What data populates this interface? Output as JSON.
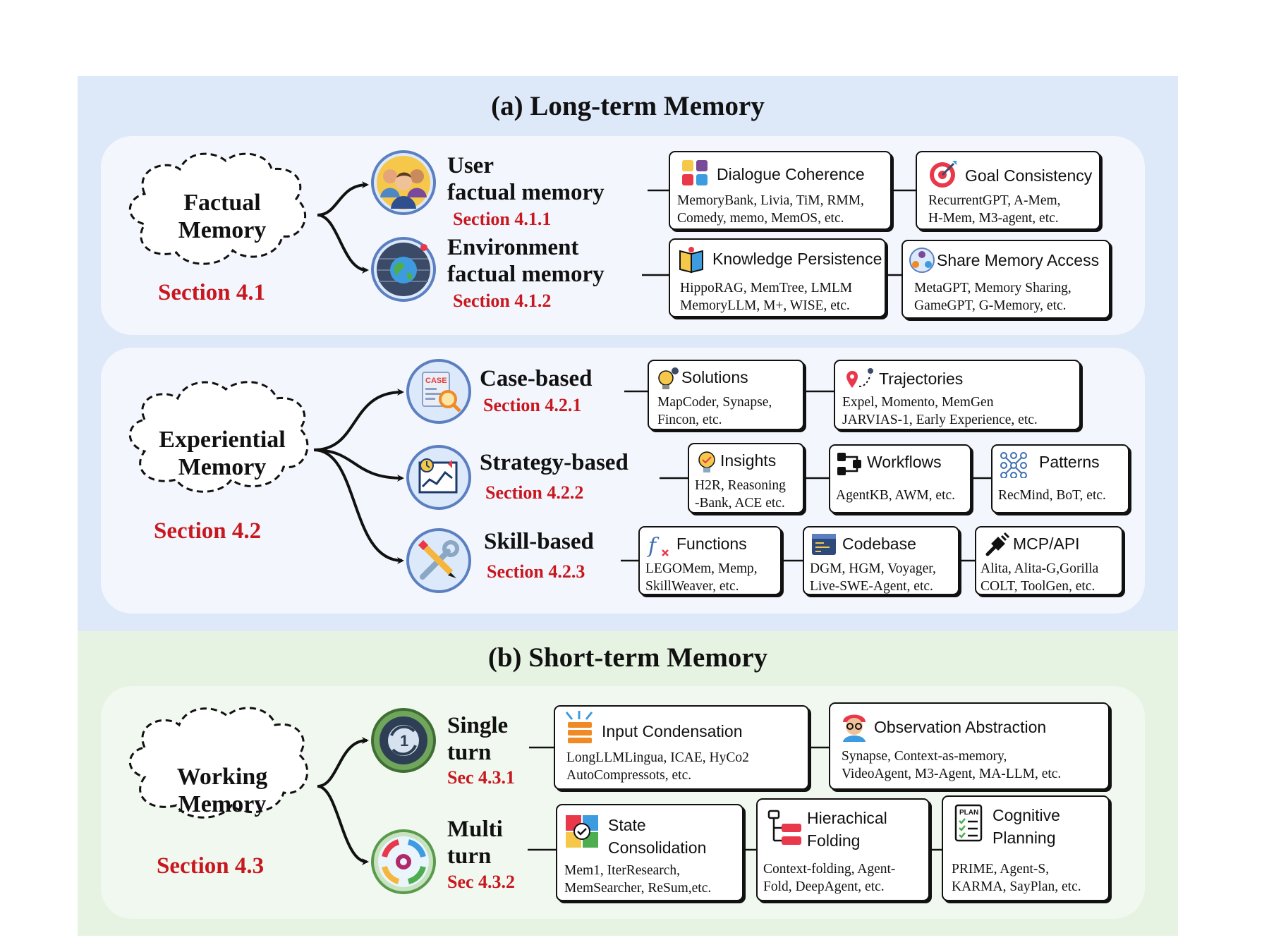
{
  "long_term": {
    "title": "(a) Long-term Memory",
    "factual": {
      "label_line1": "Factual",
      "label_line2": "Memory",
      "section": "Section 4.1",
      "user": {
        "line1": "User",
        "line2": "factual memory",
        "section": "Section 4.1.1"
      },
      "env": {
        "line1": "Environment",
        "line2": "factual memory",
        "section": "Section 4.1.2"
      },
      "boxes": {
        "dialogue": {
          "title": "Dialogue Coherence",
          "line1": "MemoryBank, Livia, TiM, RMM,",
          "line2": "Comedy, memo, MemOS, etc.",
          "icon": "dialogue-grid-icon"
        },
        "goal": {
          "title": "Goal Consistency",
          "line1": "RecurrentGPT, A-Mem,",
          "line2": "H-Mem, M3-agent, etc.",
          "icon": "target-icon"
        },
        "knowledge": {
          "title": "Knowledge Persistence",
          "line1": "HippoRAG, MemTree, LMLM",
          "line2": "MemoryLLM, M+, WISE, etc.",
          "icon": "book-icon"
        },
        "share": {
          "title": "Share Memory Access",
          "line1": "MetaGPT, Memory Sharing,",
          "line2": "GameGPT, G-Memory, etc.",
          "icon": "network-users-icon"
        }
      }
    },
    "experiential": {
      "label_line1": "Experiential",
      "label_line2": "Memory",
      "section": "Section 4.2",
      "case": {
        "label": "Case-based",
        "section": "Section 4.2.1",
        "icon_text": "CASE"
      },
      "strategy": {
        "label": "Strategy-based",
        "section": "Section 4.2.2"
      },
      "skill": {
        "label": "Skill-based",
        "section": "Section 4.2.3"
      },
      "boxes": {
        "solutions": {
          "title": "Solutions",
          "line1": "MapCoder, Synapse,",
          "line2": "Fincon, etc.",
          "icon": "lightbulb-gear-icon"
        },
        "trajectories": {
          "title": "Trajectories",
          "line1": "Expel, Momento, MemGen",
          "line2": "JARVIAS-1, Early Experience, etc.",
          "icon": "route-pin-icon"
        },
        "insights": {
          "title": "Insights",
          "line1": "H2R, Reasoning",
          "line2": "-Bank, ACE etc.",
          "icon": "lightbulb-icon"
        },
        "workflows": {
          "title": "Workflows",
          "line1": "AgentKB, AWM, etc.",
          "icon": "workflow-icon"
        },
        "patterns": {
          "title": "Patterns",
          "line1": "RecMind, BoT, etc.",
          "icon": "pattern-nodes-icon"
        },
        "functions": {
          "title": "Functions",
          "line1": "LEGOMem, Memp,",
          "line2": "SkillWeaver, etc.",
          "icon": "function-icon",
          "icon_text": "f"
        },
        "codebase": {
          "title": "Codebase",
          "line1": "DGM, HGM, Voyager,",
          "line2": "Live-SWE-Agent, etc.",
          "icon": "code-window-icon"
        },
        "mcp": {
          "title": "MCP/API",
          "line1": "Alita, Alita-G,Gorilla",
          "line2": "COLT, ToolGen, etc.",
          "icon": "plug-icon"
        }
      }
    }
  },
  "short_term": {
    "title": "(b) Short-term Memory",
    "working": {
      "label_line1": "Working",
      "label_line2": "Memory",
      "section": "Section 4.3",
      "single": {
        "line1": "Single",
        "line2": "turn",
        "section": "Sec 4.3.1",
        "icon_text": "1"
      },
      "multi": {
        "line1": "Multi",
        "line2": "turn",
        "section": "Sec 4.3.2"
      },
      "boxes": {
        "input": {
          "title": "Input Condensation",
          "line1": "LongLLMLingua, ICAE, HyCo2",
          "line2": "AutoCompressots, etc.",
          "icon": "compress-arrows-icon"
        },
        "observation": {
          "title": "Observation Abstraction",
          "line1": "Synapse, Context-as-memory,",
          "line2": "VideoAgent, M3-Agent, MA-LLM, etc.",
          "icon": "observer-icon"
        },
        "state": {
          "title_line1": "State",
          "title_line2": "Consolidation",
          "line1": "Mem1, IterResearch,",
          "line2": "MemSearcher, ReSum,etc.",
          "icon": "puzzle-check-icon"
        },
        "hier": {
          "title_line1": "Hierachical",
          "title_line2": "Folding",
          "line1": "Context-folding, Agent-",
          "line2": "Fold, DeepAgent, etc.",
          "icon": "hierarchy-icon"
        },
        "cognitive": {
          "title_line1": "Cognitive",
          "title_line2": "Planning",
          "line1": "PRIME, Agent-S,",
          "line2": "KARMA, SayPlan, etc.",
          "icon": "plan-checklist-icon",
          "icon_text": "PLAN"
        }
      }
    }
  },
  "colors": {
    "long_bg": "#dde9f9",
    "short_bg": "#e6f3e2",
    "section_red": "#c8171e"
  }
}
